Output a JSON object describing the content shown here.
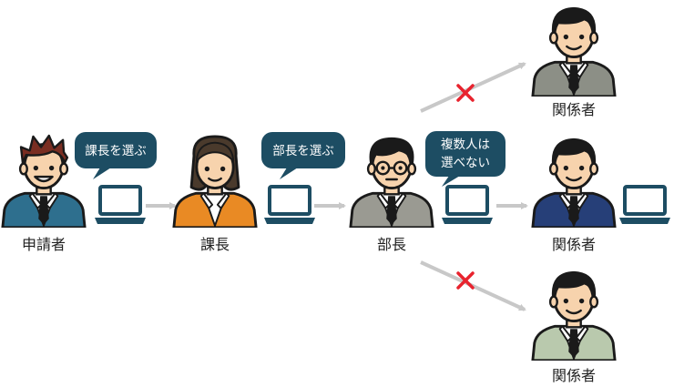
{
  "nodes": {
    "applicant": {
      "label": "申請者",
      "jacket": "#2e6f8e"
    },
    "section_chief": {
      "label": "課長",
      "jacket": "#e98a24"
    },
    "department_head": {
      "label": "部長",
      "jacket": "#9a9a92"
    },
    "stakeholder_top": {
      "label": "関係者",
      "jacket": "#8c8f86"
    },
    "stakeholder_mid": {
      "label": "関係者",
      "jacket": "#263f78"
    },
    "stakeholder_bottom": {
      "label": "関係者",
      "jacket": "#b9c9ad"
    }
  },
  "bubbles": {
    "applicant": {
      "text": "課長を選ぶ"
    },
    "section_chief": {
      "text": "部長を選ぶ"
    },
    "department_head": {
      "lines": [
        "複数人は",
        "選べない"
      ]
    }
  },
  "colors": {
    "bubble": "#1d4d63",
    "laptop": "#1d4d63",
    "arrow": "#c8c8c8",
    "cross": "#e8232e"
  },
  "icons": [
    "person-icon",
    "laptop-icon",
    "speech-bubble-icon",
    "arrow-icon",
    "cross-icon"
  ]
}
